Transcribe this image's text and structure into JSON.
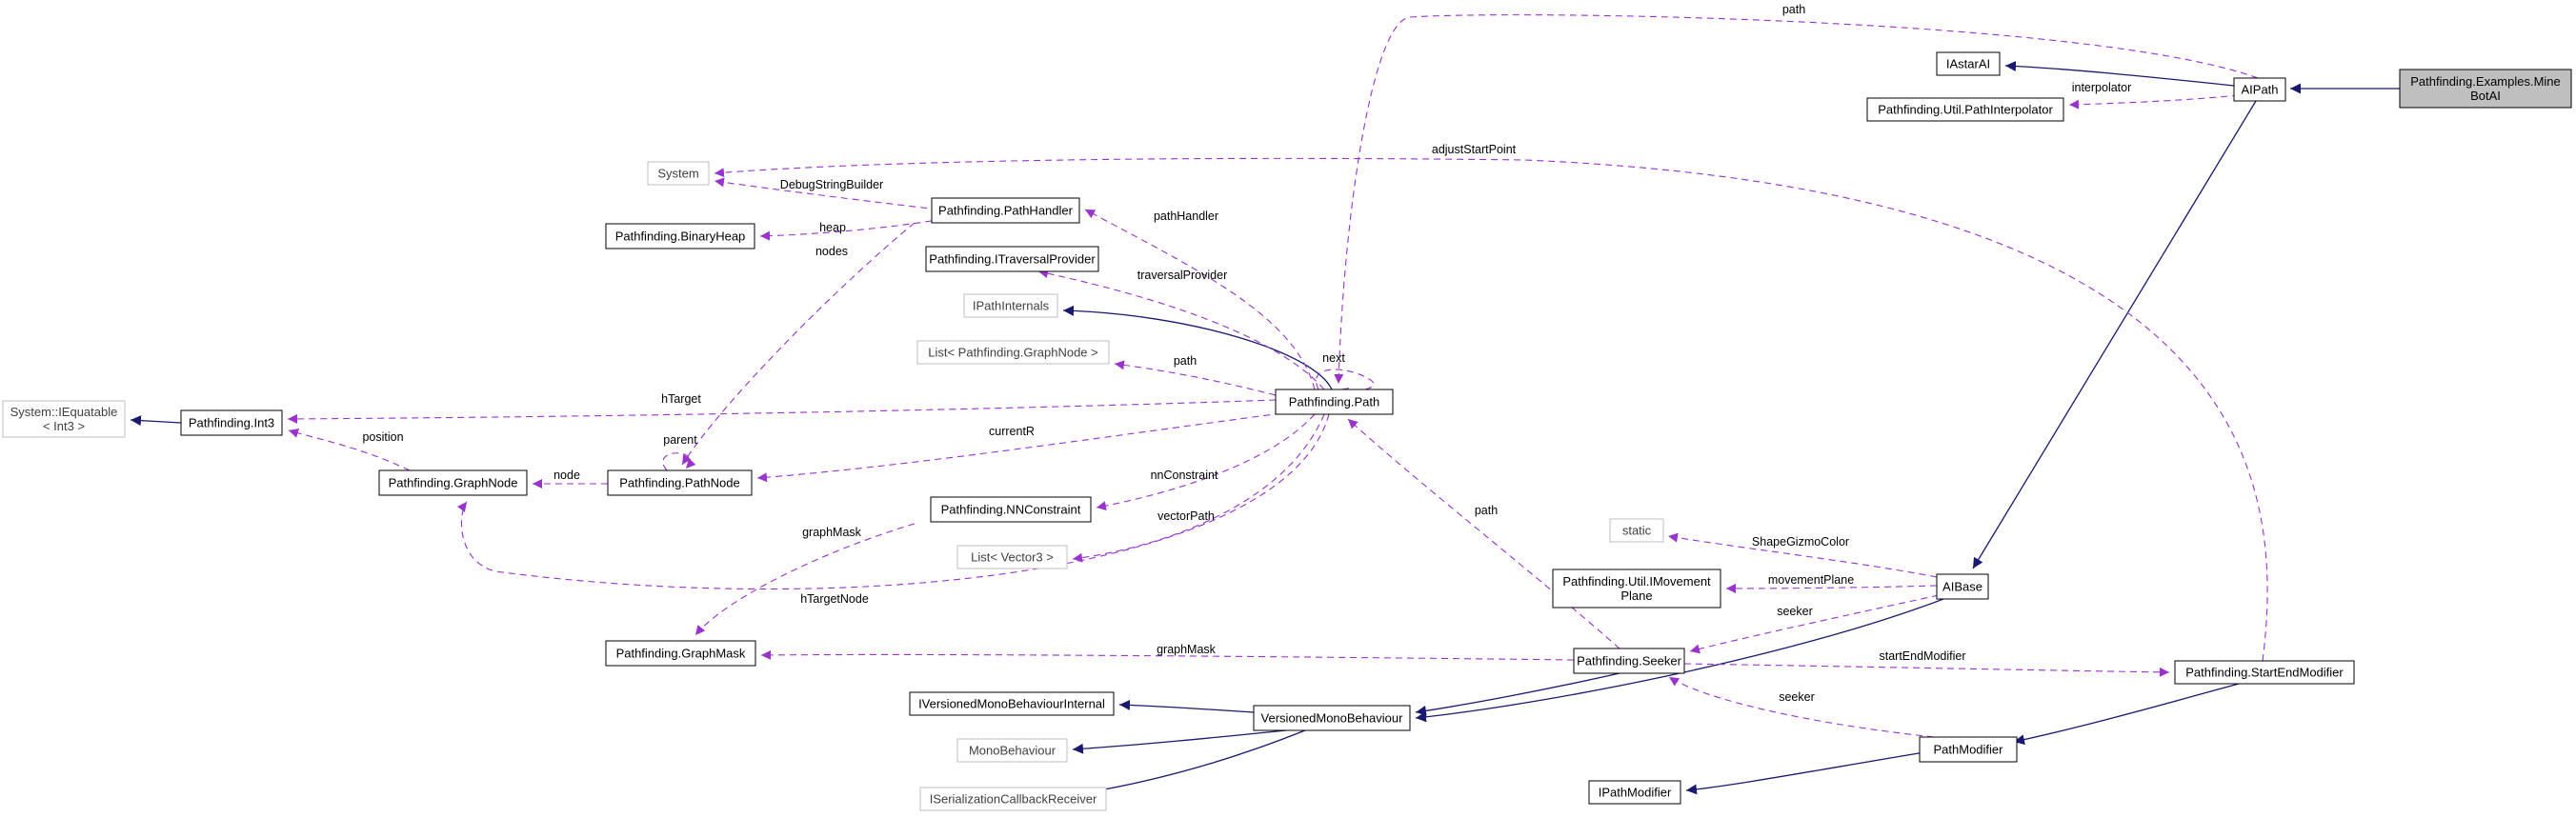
{
  "nodes": [
    {
      "id": "minebotai",
      "label": "Pathfinding.Examples.Mine\nBotAI",
      "style": "active"
    },
    {
      "id": "aipath",
      "label": "AIPath",
      "style": "normal"
    },
    {
      "id": "iastarai",
      "label": "IAstarAI",
      "style": "normal"
    },
    {
      "id": "pathinterpolator",
      "label": "Pathfinding.Util.PathInterpolator",
      "style": "normal"
    },
    {
      "id": "aibase",
      "label": "AIBase",
      "style": "normal"
    },
    {
      "id": "static",
      "label": "static",
      "style": "gray"
    },
    {
      "id": "imovementplane",
      "label": "Pathfinding.Util.IMovement\nPlane",
      "style": "normal"
    },
    {
      "id": "seeker",
      "label": "Pathfinding.Seeker",
      "style": "normal"
    },
    {
      "id": "startendmodifier",
      "label": "Pathfinding.StartEndModifier",
      "style": "normal"
    },
    {
      "id": "pathmodifier",
      "label": "PathModifier",
      "style": "normal"
    },
    {
      "id": "ipathmodifier",
      "label": "IPathModifier",
      "style": "normal"
    },
    {
      "id": "versionedmb",
      "label": "VersionedMonoBehaviour",
      "style": "normal"
    },
    {
      "id": "ivmbinternal",
      "label": "IVersionedMonoBehaviourInternal",
      "style": "normal"
    },
    {
      "id": "monobehaviour",
      "label": "MonoBehaviour",
      "style": "gray"
    },
    {
      "id": "iscr",
      "label": "ISerializationCallbackReceiver",
      "style": "gray"
    },
    {
      "id": "path",
      "label": "Pathfinding.Path",
      "style": "normal"
    },
    {
      "id": "ipathinternals",
      "label": "IPathInternals",
      "style": "gray"
    },
    {
      "id": "listgraphnode",
      "label": "List< Pathfinding.GraphNode >",
      "style": "gray"
    },
    {
      "id": "itraversal",
      "label": "Pathfinding.ITraversalProvider",
      "style": "normal"
    },
    {
      "id": "pathhandler",
      "label": "Pathfinding.PathHandler",
      "style": "normal"
    },
    {
      "id": "system",
      "label": "System",
      "style": "gray"
    },
    {
      "id": "binaryheap",
      "label": "Pathfinding.BinaryHeap",
      "style": "normal"
    },
    {
      "id": "pathnode",
      "label": "Pathfinding.PathNode",
      "style": "normal"
    },
    {
      "id": "graphnode",
      "label": "Pathfinding.GraphNode",
      "style": "normal"
    },
    {
      "id": "int3",
      "label": "Pathfinding.Int3",
      "style": "normal"
    },
    {
      "id": "iequatable",
      "label": "System::IEquatable\n< Int3 >",
      "style": "gray"
    },
    {
      "id": "nnconstraint",
      "label": "Pathfinding.NNConstraint",
      "style": "normal"
    },
    {
      "id": "listvector3",
      "label": "List< Vector3 >",
      "style": "gray"
    },
    {
      "id": "graphmask",
      "label": "Pathfinding.GraphMask",
      "style": "normal"
    }
  ],
  "edges": [
    {
      "id": "e1",
      "from": "minebotai",
      "to": "aipath",
      "kind": "inherit",
      "label": ""
    },
    {
      "id": "e2",
      "from": "aipath",
      "to": "iastarai",
      "kind": "inherit",
      "label": ""
    },
    {
      "id": "e3",
      "from": "aipath",
      "to": "pathinterpolator",
      "kind": "use",
      "label": "interpolator"
    },
    {
      "id": "e4",
      "from": "aipath",
      "to": "path",
      "kind": "use",
      "label": "path"
    },
    {
      "id": "e5",
      "from": "aipath",
      "to": "aibase",
      "kind": "inherit",
      "label": ""
    },
    {
      "id": "e6",
      "from": "aibase",
      "to": "static",
      "kind": "use",
      "label": "ShapeGizmoColor"
    },
    {
      "id": "e7",
      "from": "aibase",
      "to": "imovementplane",
      "kind": "use",
      "label": "movementPlane"
    },
    {
      "id": "e8",
      "from": "aibase",
      "to": "seeker",
      "kind": "use",
      "label": "seeker"
    },
    {
      "id": "e9",
      "from": "aibase",
      "to": "versionedmb",
      "kind": "inherit",
      "label": ""
    },
    {
      "id": "e10",
      "from": "seeker",
      "to": "path",
      "kind": "use",
      "label": "path"
    },
    {
      "id": "e11",
      "from": "seeker",
      "to": "graphmask",
      "kind": "use",
      "label": "graphMask"
    },
    {
      "id": "e12",
      "from": "seeker",
      "to": "startendmodifier",
      "kind": "use",
      "label": "startEndModifier"
    },
    {
      "id": "e13",
      "from": "seeker",
      "to": "versionedmb",
      "kind": "inherit",
      "label": ""
    },
    {
      "id": "e14",
      "from": "startendmodifier",
      "to": "system",
      "kind": "use",
      "label": "adjustStartPoint"
    },
    {
      "id": "e15",
      "from": "startendmodifier",
      "to": "pathmodifier",
      "kind": "inherit",
      "label": ""
    },
    {
      "id": "e16",
      "from": "pathmodifier",
      "to": "seeker",
      "kind": "use",
      "label": "seeker"
    },
    {
      "id": "e17",
      "from": "pathmodifier",
      "to": "ipathmodifier",
      "kind": "inherit",
      "label": ""
    },
    {
      "id": "e18",
      "from": "versionedmb",
      "to": "ivmbinternal",
      "kind": "inherit",
      "label": ""
    },
    {
      "id": "e19",
      "from": "versionedmb",
      "to": "monobehaviour",
      "kind": "inherit",
      "label": ""
    },
    {
      "id": "e20",
      "from": "versionedmb",
      "to": "iscr",
      "kind": "inherit",
      "label": ""
    },
    {
      "id": "e21",
      "from": "path",
      "to": "ipathinternals",
      "kind": "inherit",
      "label": ""
    },
    {
      "id": "e22",
      "from": "path",
      "to": "listgraphnode",
      "kind": "use",
      "label": "path"
    },
    {
      "id": "e23",
      "from": "path",
      "to": "itraversal",
      "kind": "use",
      "label": "traversalProvider"
    },
    {
      "id": "e24",
      "from": "path",
      "to": "pathhandler",
      "kind": "use",
      "label": "pathHandler"
    },
    {
      "id": "e25",
      "from": "path",
      "to": "path",
      "kind": "use",
      "label": "next"
    },
    {
      "id": "e26",
      "from": "path",
      "to": "int3",
      "kind": "use",
      "label": "hTarget"
    },
    {
      "id": "e27",
      "from": "path",
      "to": "pathnode",
      "kind": "use",
      "label": "currentR"
    },
    {
      "id": "e28",
      "from": "path",
      "to": "nnconstraint",
      "kind": "use",
      "label": "nnConstraint"
    },
    {
      "id": "e29",
      "from": "path",
      "to": "listvector3",
      "kind": "use",
      "label": "vectorPath"
    },
    {
      "id": "e30",
      "from": "path",
      "to": "graphnode",
      "kind": "use",
      "label": "hTargetNode"
    },
    {
      "id": "e31",
      "from": "pathhandler",
      "to": "system",
      "kind": "use",
      "label": "DebugStringBuilder"
    },
    {
      "id": "e32",
      "from": "pathhandler",
      "to": "binaryheap",
      "kind": "use",
      "label": "heap"
    },
    {
      "id": "e33",
      "from": "pathhandler",
      "to": "pathnode",
      "kind": "use",
      "label": "nodes"
    },
    {
      "id": "e34",
      "from": "pathnode",
      "to": "pathnode",
      "kind": "use",
      "label": "parent"
    },
    {
      "id": "e35",
      "from": "pathnode",
      "to": "graphnode",
      "kind": "use",
      "label": "node"
    },
    {
      "id": "e36",
      "from": "graphnode",
      "to": "int3",
      "kind": "use",
      "label": "position"
    },
    {
      "id": "e37",
      "from": "int3",
      "to": "iequatable",
      "kind": "inherit",
      "label": ""
    },
    {
      "id": "e38",
      "from": "nnconstraint",
      "to": "graphmask",
      "kind": "use",
      "label": "graphMask"
    }
  ],
  "colors": {
    "inherit": "#191970",
    "use": "#9a32cd",
    "active_fill": "#bfbfbf",
    "gray_border": "#bfbfbf"
  }
}
